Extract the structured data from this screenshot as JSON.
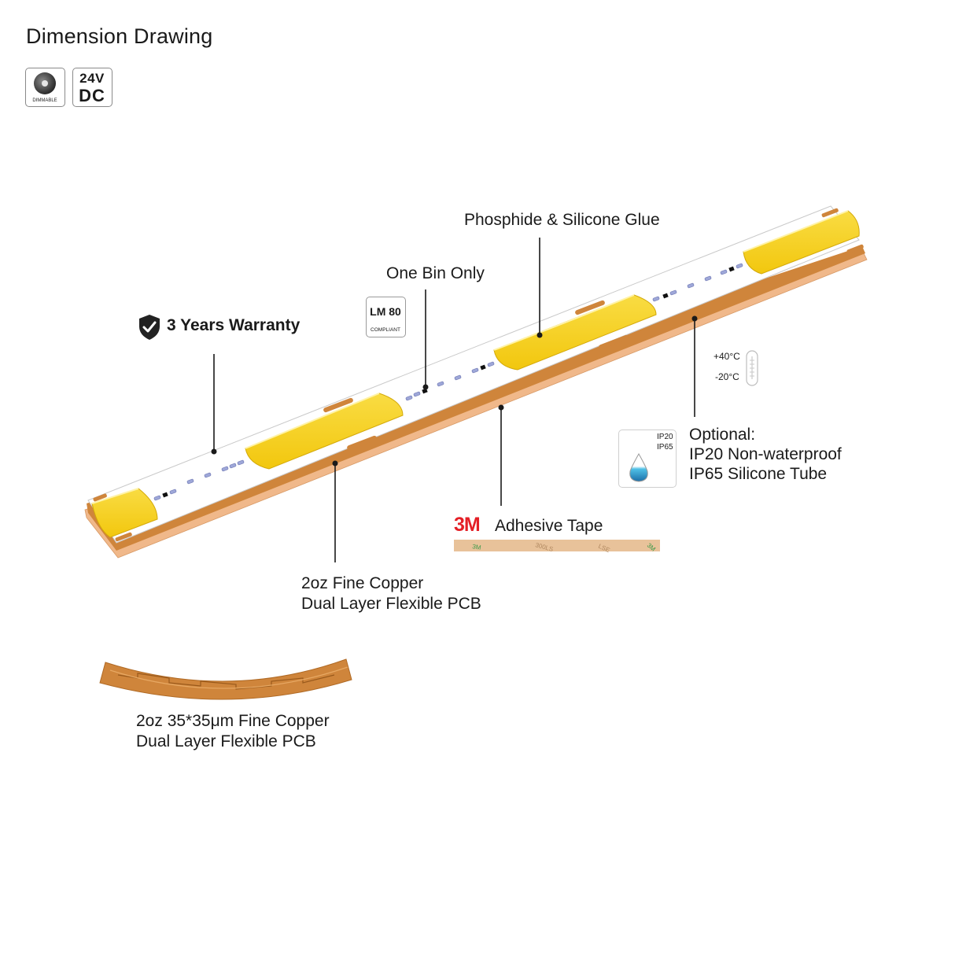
{
  "page": {
    "title": "Dimension Drawing"
  },
  "badges": {
    "dimmable": {
      "icon": "dimmable-icon",
      "label": "DIMMABLE"
    },
    "voltage": {
      "line1": "24V",
      "line2": "DC"
    },
    "lm80": {
      "line1": "LM 80",
      "line2": "COMPLIANT"
    },
    "temperature": {
      "high": "+40°C",
      "low": "-20°C",
      "icon": "thermometer-icon"
    },
    "ip": {
      "line1": "IP20",
      "line2": "IP65",
      "icon": "water-drop-icon"
    }
  },
  "callouts": {
    "warranty": {
      "text": "3 Years Warranty",
      "icon": "shield-check-icon"
    },
    "one_bin": {
      "text": "One Bin Only"
    },
    "phosphide": {
      "text": "Phosphide & Silicone Glue"
    },
    "optional": {
      "line1": "Optional:",
      "line2": "IP20 Non-waterproof",
      "line3": "IP65 Silicone Tube"
    },
    "tape": {
      "brand": "3M",
      "text": "Adhesive Tape"
    },
    "pcb": {
      "line1": "2oz Fine Copper",
      "line2": "Dual Layer Flexible PCB"
    }
  },
  "cross_section": {
    "line1": "2oz 35*35μm Fine Copper",
    "line2": "Dual Layer Flexible PCB"
  },
  "colors": {
    "led_yellow": "#f7d21e",
    "copper": "#cf853b",
    "adhesive": "#f0b88a",
    "pcb_white": "#ffffff",
    "leader": "#1a1a1a",
    "tape_backing": "#e8c29a",
    "tape_print": "#3d9a4a",
    "brand_red": "#e41f26",
    "water_blue": "#2aa5d8"
  }
}
